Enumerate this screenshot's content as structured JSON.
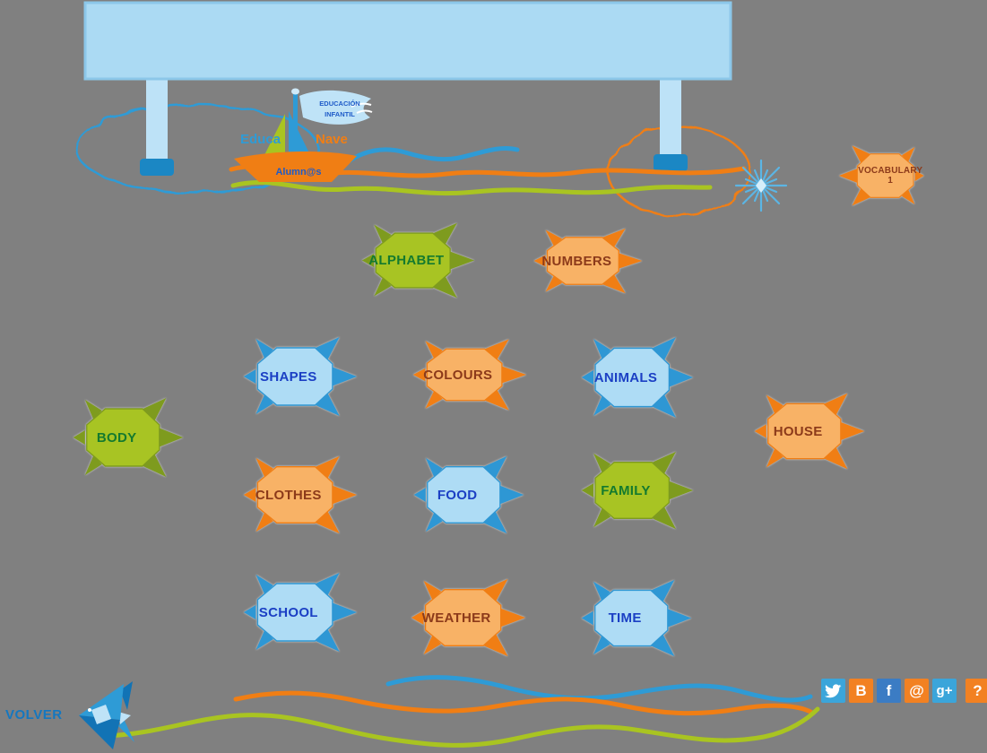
{
  "palette": {
    "background": "#808080",
    "board_fill": "#ABDAF3",
    "board_stroke": "#8CC7E9",
    "leg_fill": "#BDE2F7",
    "leg_foot": "#1B87C4",
    "wave_blue": "#2E9BD6",
    "wave_orange": "#F07E14",
    "wave_green": "#A9C421",
    "blue_fish_body": "#AEDCF5",
    "blue_fish_fin": "#2E97D4",
    "blue_fish_text": "#1B3FC4",
    "orange_fish_body": "#F8B266",
    "orange_fish_fin": "#F07E14",
    "orange_fish_text": "#8C3A1A",
    "green_fish_body": "#A8C423",
    "green_fish_fin": "#7E9B1E",
    "green_fish_text": "#147A2E",
    "flag_fill": "#BFE3F7",
    "flag_text": "#1E5BC8",
    "volver_text": "#1477C0",
    "starburst": "#5BB5E4",
    "social_twitter": "#3BA5DA",
    "social_blogger": "#F28122",
    "social_facebook": "#3B7CC4",
    "social_at": "#F28122",
    "social_gplus": "#3BA5DA",
    "social_question": "#F28122"
  },
  "header": {
    "boat": {
      "brand_left": "Educa",
      "brand_right": "Nave",
      "flag_line1": "EDUCACIÓN",
      "flag_line2": "INFANTIL",
      "hull_label": "Alumn@s"
    }
  },
  "topics": [
    {
      "label": "VOCABULARY 1",
      "variant": "orange"
    },
    {
      "label": "ALPHABET",
      "variant": "green"
    },
    {
      "label": "NUMBERS",
      "variant": "orange"
    },
    {
      "label": "SHAPES",
      "variant": "blue"
    },
    {
      "label": "COLOURS",
      "variant": "orange"
    },
    {
      "label": "ANIMALS",
      "variant": "blue"
    },
    {
      "label": "BODY",
      "variant": "green"
    },
    {
      "label": "HOUSE",
      "variant": "orange"
    },
    {
      "label": "CLOTHES",
      "variant": "orange"
    },
    {
      "label": "FOOD",
      "variant": "blue"
    },
    {
      "label": "FAMILY",
      "variant": "green"
    },
    {
      "label": "SCHOOL",
      "variant": "blue"
    },
    {
      "label": "WEATHER",
      "variant": "orange"
    },
    {
      "label": "TIME",
      "variant": "blue"
    }
  ],
  "footer": {
    "back_label": "VOLVER",
    "social": [
      {
        "name": "twitter",
        "glyph": ""
      },
      {
        "name": "blogger",
        "glyph": "B"
      },
      {
        "name": "facebook",
        "glyph": "f"
      },
      {
        "name": "at",
        "glyph": "@"
      },
      {
        "name": "gplus",
        "glyph": "g+"
      },
      {
        "name": "question",
        "glyph": "?"
      }
    ]
  }
}
